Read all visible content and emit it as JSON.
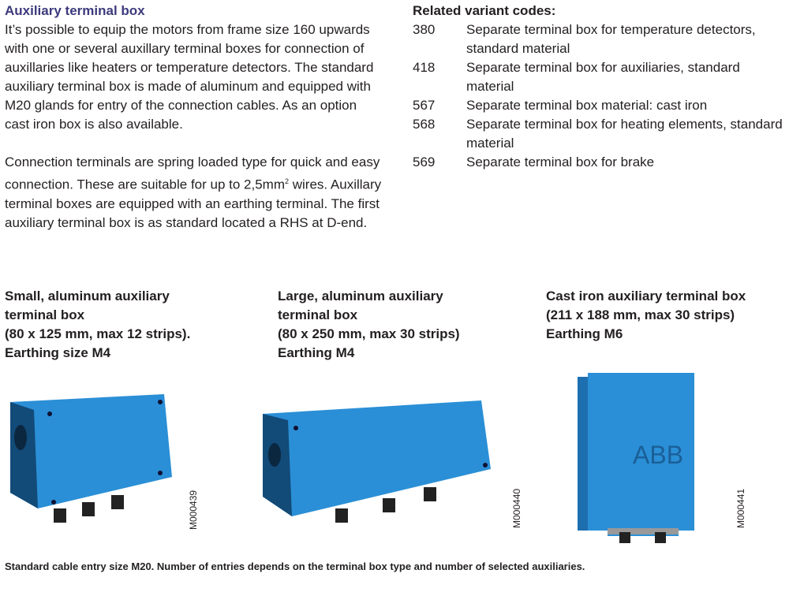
{
  "section": {
    "title": "Auxiliary terminal box",
    "paragraph1": "It’s possible to equip the motors from frame size 160 upwards with one or several auxillary terminal boxes for connection of auxillaries like heaters or temperature detectors. The standard auxiliary terminal box is made of aluminum and equipped with M20 glands for entry of the connection cables. As an option cast iron box is also available.",
    "paragraph2_a": "Connection terminals are spring loaded type for quick and easy connection. These are suitable for up to 2,5mm",
    "paragraph2_sup": "2",
    "paragraph2_b": " wires. Auxillary terminal boxes are equipped with an earthing terminal. The first auxiliary terminal box is as standard located a RHS at D-end."
  },
  "variants": {
    "title": "Related variant codes:",
    "items": [
      {
        "code": "380",
        "text": "Separate terminal box for temperature detectors, standard material"
      },
      {
        "code": "418",
        "text": "Separate terminal box for auxiliaries, standard material"
      },
      {
        "code": "567",
        "text": "Separate terminal box material: cast iron"
      },
      {
        "code": "568",
        "text": "Separate terminal box for heating elements, standard material"
      },
      {
        "code": "569",
        "text": "Separate terminal box for brake"
      }
    ]
  },
  "figures": [
    {
      "caption": "Small, aluminum auxiliary\nterminal box\n(80 x 125 mm, max 12 strips).\nEarthing size M4",
      "id": "M000439"
    },
    {
      "caption": "Large, aluminum auxiliary\nterminal box\n(80 x 250 mm, max 30 strips)\nEarthing M4",
      "id": "M000440"
    },
    {
      "caption": "Cast iron auxiliary terminal box\n(211 x 188 mm, max 30 strips)\nEarthing M6",
      "id": "M000441",
      "logo": "ABB"
    }
  ],
  "footer": "Standard cable entry size M20. Number of entries depends on the terminal box type and number of selected auxiliaries."
}
